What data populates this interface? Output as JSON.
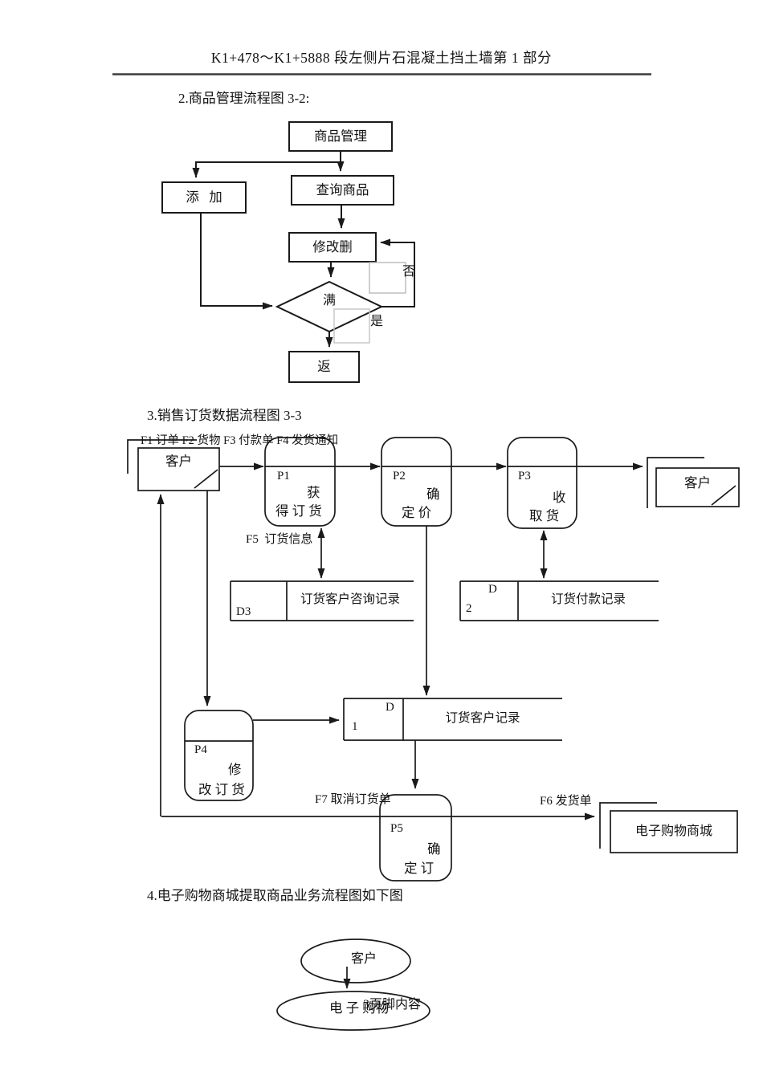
{
  "header": {
    "title": "K1+478～K1+5888 段左侧片石混凝土挡土墙第 1 部分"
  },
  "footer": {
    "page_note": "3页脚内容"
  },
  "sections": {
    "s2": {
      "title": "2.商品管理流程图 3-2:"
    },
    "s3": {
      "title": "3.销售订货数据流程图 3-3"
    },
    "s4": {
      "title": "4.电子购物商城提取商品业务流程图如下图"
    }
  },
  "flowchart_goods": {
    "manage": "商品管理",
    "add": "添   加",
    "query": "查询商品",
    "modify": "修改删",
    "cond": "满",
    "no": "否",
    "yes": "是",
    "back": "返"
  },
  "dfd_sales": {
    "top_flows_label": "F1 订单 F2 货物 F3 付款单 F4 发货通知",
    "external_left": "客户",
    "external_right": "客户",
    "external_mall": "电子购物商城",
    "p1": {
      "id": "P1",
      "t1": "获",
      "t2": "得 订 货"
    },
    "p2": {
      "id": "P2",
      "t1": "确",
      "t2": "定 价"
    },
    "p3": {
      "id": "P3",
      "t1": "收",
      "t2": "取 货"
    },
    "p4": {
      "id": "P4",
      "t1": "修",
      "t2": "改 订 货"
    },
    "p5": {
      "id": "P5",
      "t1": "确",
      "t2": "定 订"
    },
    "f5_label": "F5  订货信息",
    "f6_label": "F6 发货单",
    "f7_label": "F7 取消订货单",
    "d3": {
      "id": "D3",
      "label": "订货客户咨询记录"
    },
    "d2": {
      "id_letter": "D",
      "id_num": "2",
      "label": "订货付款记录"
    },
    "d1": {
      "id_letter": "D",
      "id_num": "1",
      "label": "订货客户记录"
    }
  },
  "flowchart_mall": {
    "customer": "客户",
    "shop": "电 子 购物"
  },
  "colors": {
    "line": "#1a1a1a",
    "ghost": "#b9b9b9",
    "rule": "#3d3d3d"
  }
}
